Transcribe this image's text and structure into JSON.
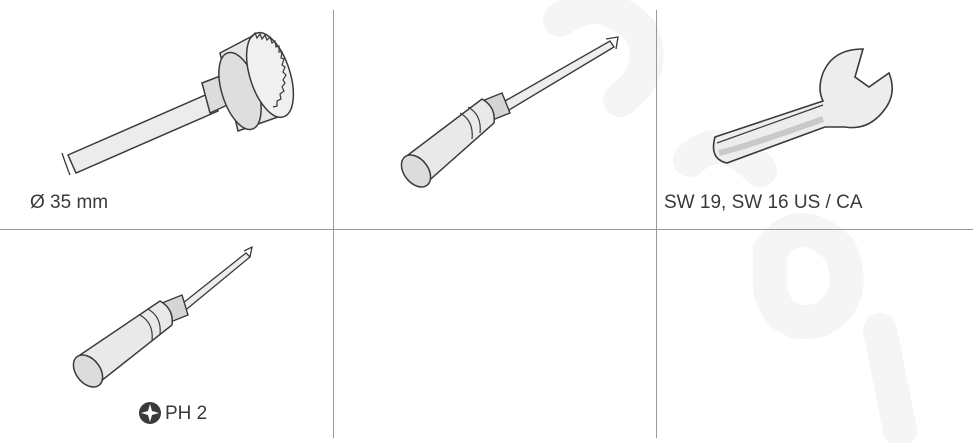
{
  "tools": [
    {
      "name": "hole saw",
      "icon": "hole-saw-icon",
      "caption": "Ø 35 mm"
    },
    {
      "name": "flathead screwdriver",
      "icon": "flathead-screwdriver-icon",
      "caption": ""
    },
    {
      "name": "open-end wrench",
      "icon": "open-end-wrench-icon",
      "caption": "SW 19, SW 16 US / CA"
    },
    {
      "name": "phillips screwdriver",
      "icon": "phillips-screwdriver-icon",
      "caption": "PH 2",
      "caption_icon": "phillips-head-icon"
    },
    {
      "name": "empty",
      "icon": "",
      "caption": ""
    },
    {
      "name": "empty",
      "icon": "",
      "caption": ""
    }
  ],
  "colors": {
    "line": "#9a9a9a",
    "stroke": "#3a3a3a",
    "fill_light": "#ededed",
    "fill_mid": "#c9c9c9",
    "watermark": "#f7f7f7"
  }
}
